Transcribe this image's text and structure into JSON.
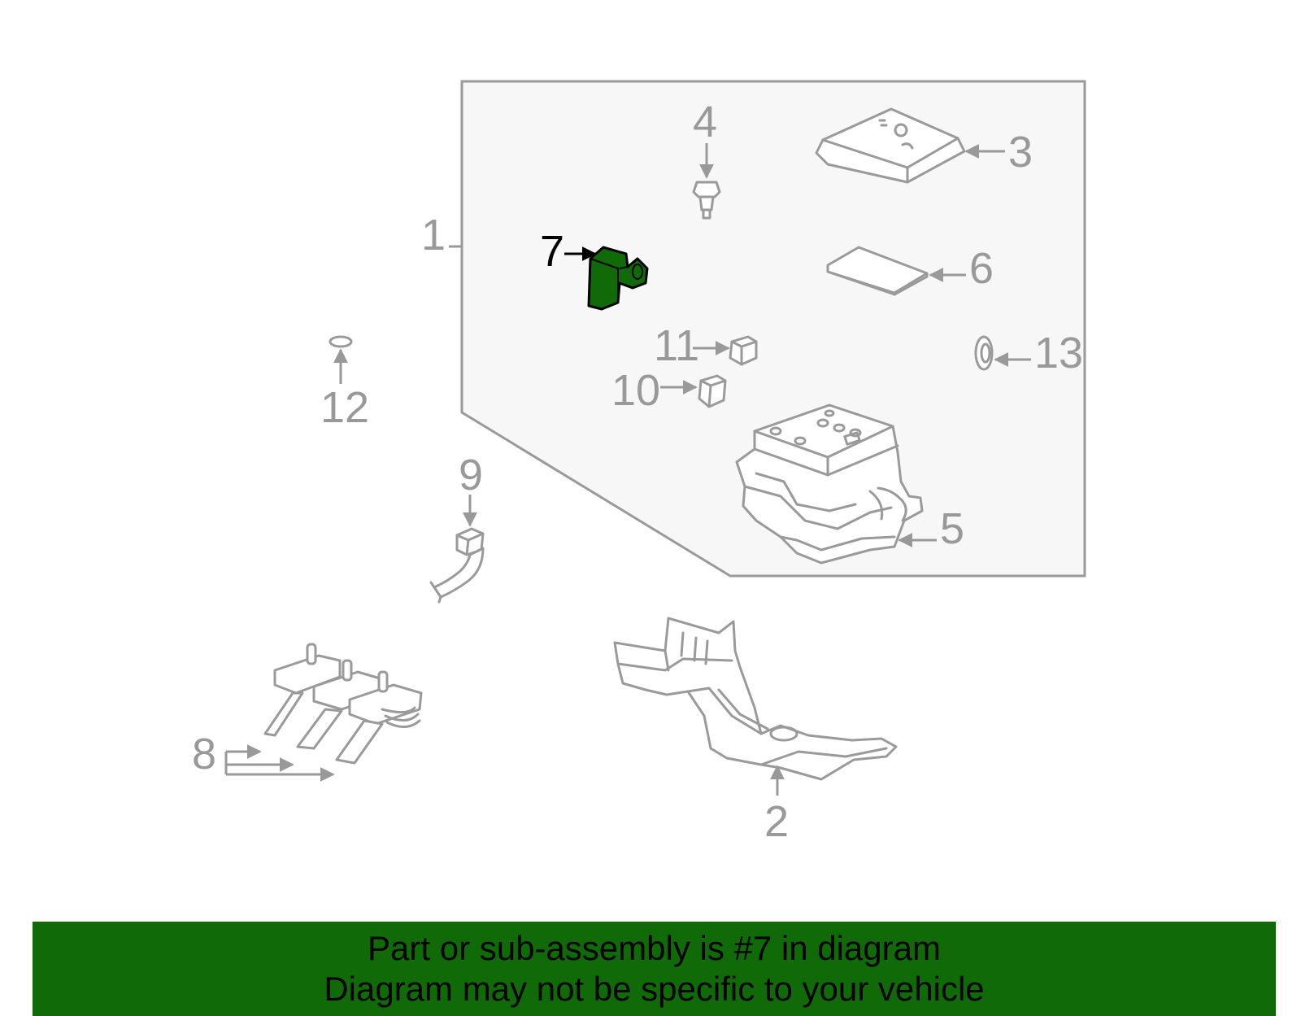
{
  "diagram": {
    "highlight_color": "#0f6a07",
    "highlighted_part": "7",
    "callouts": {
      "c1": "1",
      "c2": "2",
      "c3": "3",
      "c4": "4",
      "c5": "5",
      "c6": "6",
      "c7": "7",
      "c8": "8",
      "c9": "9",
      "c10": "10",
      "c11": "11",
      "c12": "12",
      "c13": "13"
    }
  },
  "banner": {
    "background": "#0f6a07",
    "line1": "Part or sub-assembly is #7 in diagram",
    "line2": "Diagram may not be specific to your vehicle"
  }
}
